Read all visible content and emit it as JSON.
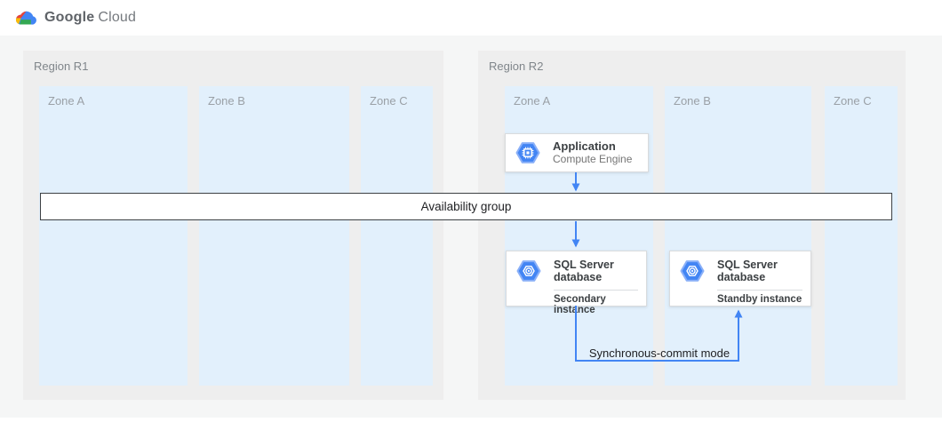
{
  "header": {
    "logo_google": "Google",
    "logo_cloud": "Cloud"
  },
  "diagram": {
    "regions": [
      {
        "label": "Region R1",
        "zones": [
          {
            "label": "Zone A"
          },
          {
            "label": "Zone B"
          },
          {
            "label": "Zone C"
          }
        ]
      },
      {
        "label": "Region R2",
        "zones": [
          {
            "label": "Zone A"
          },
          {
            "label": "Zone B"
          },
          {
            "label": "Zone C"
          }
        ]
      }
    ],
    "availability_band": {
      "label": "Availability group"
    },
    "cards": {
      "application": {
        "title": "Application",
        "subtitle": "Compute Engine",
        "icon": "compute-engine-icon"
      },
      "sql_secondary": {
        "title": "SQL Server database",
        "instance": "Secondary instance",
        "icon": "sql-server-icon"
      },
      "sql_standby": {
        "title": "SQL Server database",
        "instance": "Standby instance",
        "icon": "sql-server-icon"
      }
    },
    "connectors": {
      "sync_label": "Synchronous-commit mode"
    },
    "colors": {
      "accent_blue": "#4285F4",
      "zone_fill": "#E2F0FC",
      "region_fill": "#EEEEEE",
      "band_border": "#3C4043",
      "logo_red": "#EA4335",
      "logo_yellow": "#FBBC04",
      "logo_green": "#34A853"
    }
  }
}
